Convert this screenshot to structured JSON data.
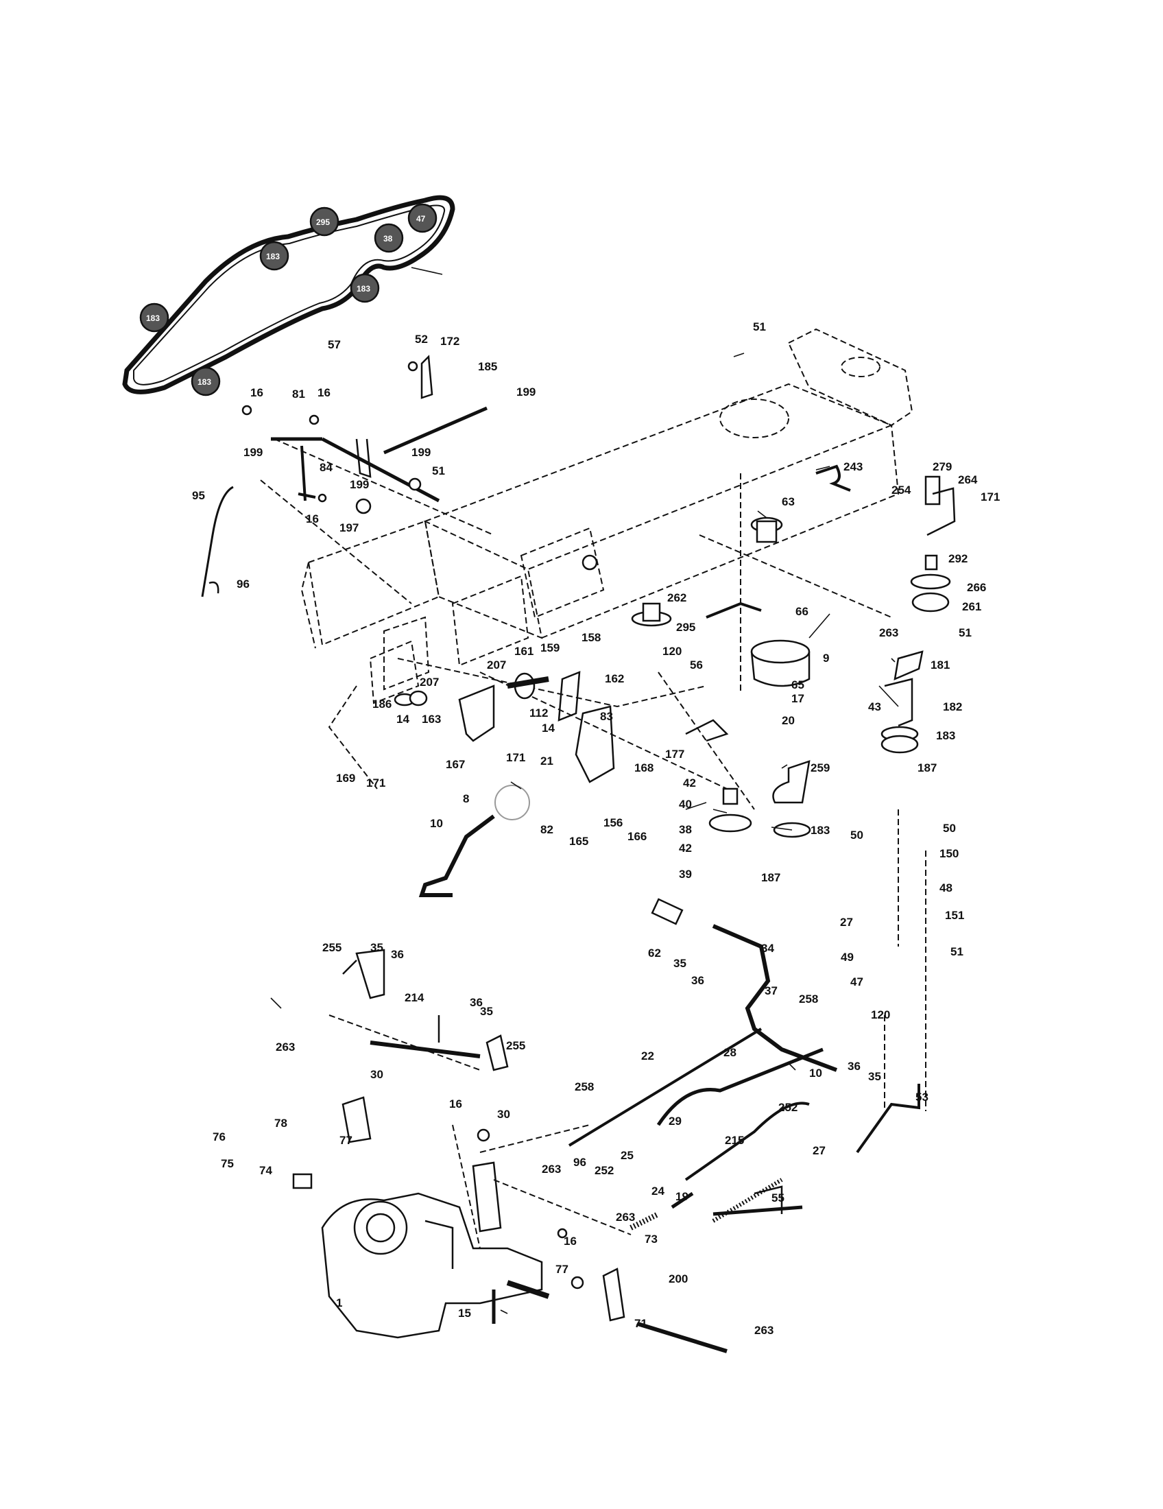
{
  "diagram": {
    "belt_labels": [
      "183",
      "295",
      "38",
      "47",
      "183",
      "183",
      "183"
    ],
    "part_labels": [
      "57",
      "52",
      "172",
      "185",
      "199",
      "16",
      "81",
      "16",
      "199",
      "84",
      "199",
      "51",
      "199",
      "197",
      "16",
      "95",
      "96",
      "51",
      "243",
      "254",
      "279",
      "264",
      "171",
      "63",
      "292",
      "266",
      "261",
      "51",
      "262",
      "295",
      "120",
      "56",
      "66",
      "9",
      "263",
      "181",
      "65",
      "17",
      "20",
      "43",
      "182",
      "183",
      "187",
      "158",
      "161",
      "159",
      "207",
      "162",
      "207",
      "186",
      "14",
      "163",
      "112",
      "14",
      "83",
      "171",
      "167",
      "169",
      "171",
      "21",
      "177",
      "42",
      "168",
      "82",
      "165",
      "156",
      "166",
      "40",
      "259",
      "38",
      "42",
      "183",
      "39",
      "187",
      "8",
      "10",
      "50",
      "50",
      "150",
      "48",
      "27",
      "151",
      "51",
      "49",
      "47",
      "62",
      "35",
      "36",
      "34",
      "37",
      "258",
      "120",
      "255",
      "35",
      "36",
      "214",
      "36",
      "35",
      "255",
      "263",
      "30",
      "22",
      "28",
      "10",
      "36",
      "35",
      "53",
      "258",
      "29",
      "252",
      "215",
      "27",
      "16",
      "30",
      "76",
      "78",
      "75",
      "74",
      "77",
      "263",
      "96",
      "252",
      "25",
      "24",
      "19",
      "55",
      "263",
      "73",
      "16",
      "77",
      "200",
      "1",
      "15",
      "71",
      "263"
    ]
  }
}
